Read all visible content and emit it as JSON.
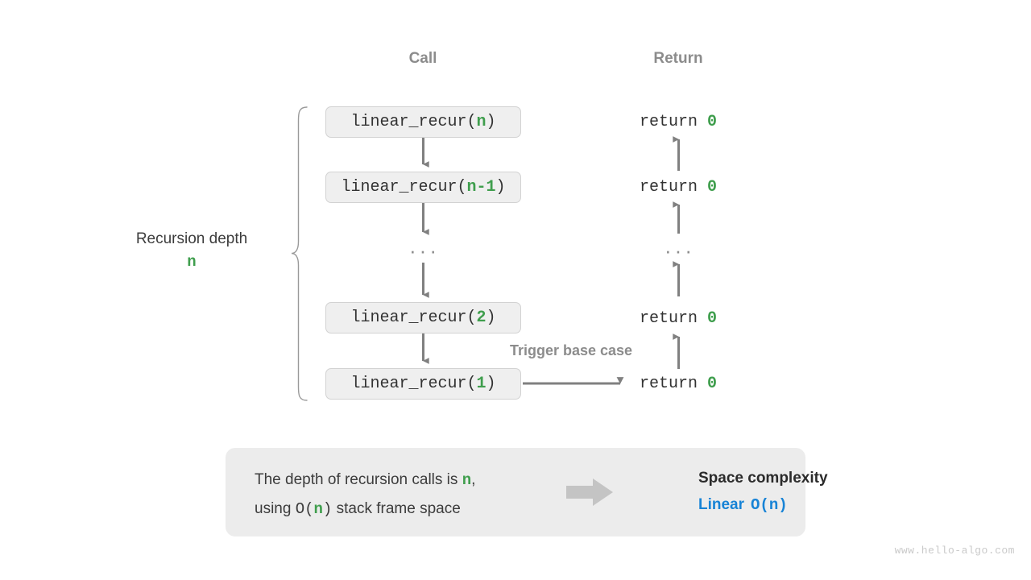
{
  "headers": {
    "call": "Call",
    "return": "Return"
  },
  "depth": {
    "label": "Recursion depth",
    "value": "n"
  },
  "call_stack": [
    {
      "prefix": "linear_recur(",
      "arg": "n",
      "suffix": ")"
    },
    {
      "prefix": "linear_recur(",
      "arg": "n-1",
      "suffix": ")"
    },
    {
      "prefix": "linear_recur(",
      "arg": "2",
      "suffix": ")"
    },
    {
      "prefix": "linear_recur(",
      "arg": "1",
      "suffix": ")"
    }
  ],
  "returns": [
    {
      "keyword": "return ",
      "value": "0"
    },
    {
      "keyword": "return ",
      "value": "0"
    },
    {
      "keyword": "return ",
      "value": "0"
    },
    {
      "keyword": "return ",
      "value": "0"
    }
  ],
  "ellipsis": "···",
  "trigger_note": "Trigger base case",
  "summary": {
    "line1_a": "The depth of recursion calls is ",
    "line1_var": "n",
    "line1_b": ",",
    "line2_a": "using ",
    "line2_o": "O(",
    "line2_var": "n",
    "line2_close": ")",
    "line2_b": " stack frame space",
    "result_title": "Space complexity",
    "result_word": "Linear",
    "result_big_o": "O(n)"
  },
  "watermark": "www.hello-algo.com",
  "colors": {
    "green": "#3f9e4d",
    "blue": "#1783d6",
    "gray_text": "#3c3c3c",
    "gray_muted": "#8c8c8c",
    "box_fill": "#efefef",
    "box_border": "#d2d2d2",
    "panel_fill": "#ececec",
    "arrow": "#808080",
    "fat_arrow": "#c4c4c4",
    "watermark": "#cacaca"
  }
}
